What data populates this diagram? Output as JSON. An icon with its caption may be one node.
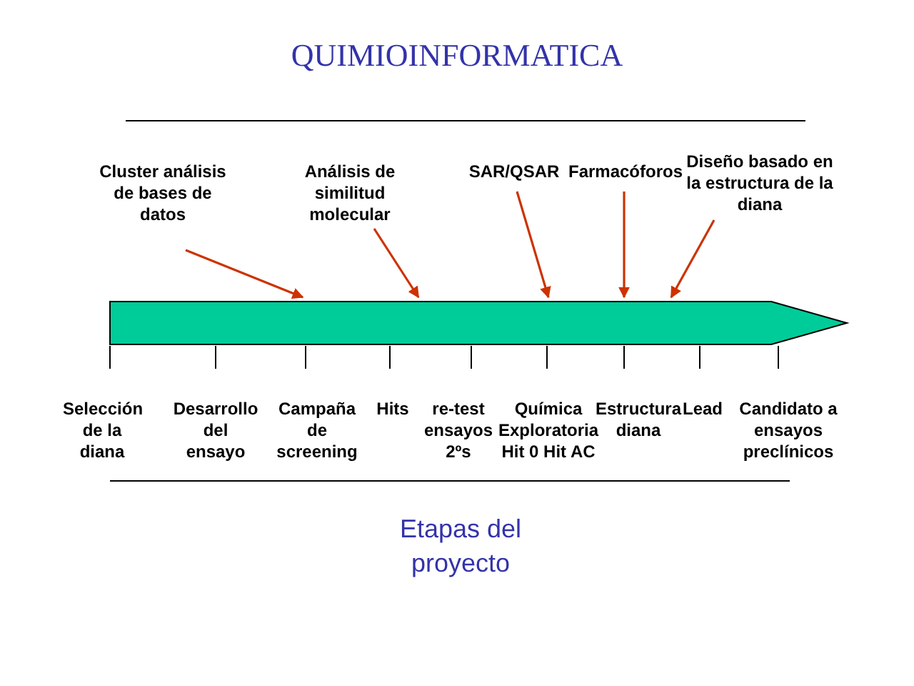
{
  "diagram": {
    "title": "QUIMIOINFORMATICA",
    "nodes": [
      {
        "text": [
          "Cluster análisis de bases de datos"
        ]
      },
      {
        "text": [
          "Análisis de similitud molecular"
        ]
      },
      {
        "text": [
          "SAR/QSAR"
        ]
      },
      {
        "text": [
          "Farmacóforos"
        ]
      },
      {
        "text": [
          "Diseño basado en la estructura de la diana"
        ]
      },
      {
        "text": [],
        "shape": "bar"
      }
    ],
    "edges": [
      {
        "from": 0,
        "to": 5,
        "arrow": "to"
      },
      {
        "from": 1,
        "to": 5,
        "arrow": "to"
      },
      {
        "from": 2,
        "to": 5,
        "arrow": "to"
      },
      {
        "from": 3,
        "to": 5,
        "arrow": "to"
      },
      {
        "from": 4,
        "to": 5,
        "arrow": "to"
      }
    ],
    "labels": [
      "Selección de la diana",
      "Desarrollo del ensayo",
      "Campaña de screening",
      "Hits",
      "re-test ensayos 2ºs",
      "Química Exploratoria Hit 0 Hit AC",
      "Estructura diana",
      "Lead",
      "Candidato a ensayos preclínicos",
      "Etapas del proyecto"
    ]
  }
}
